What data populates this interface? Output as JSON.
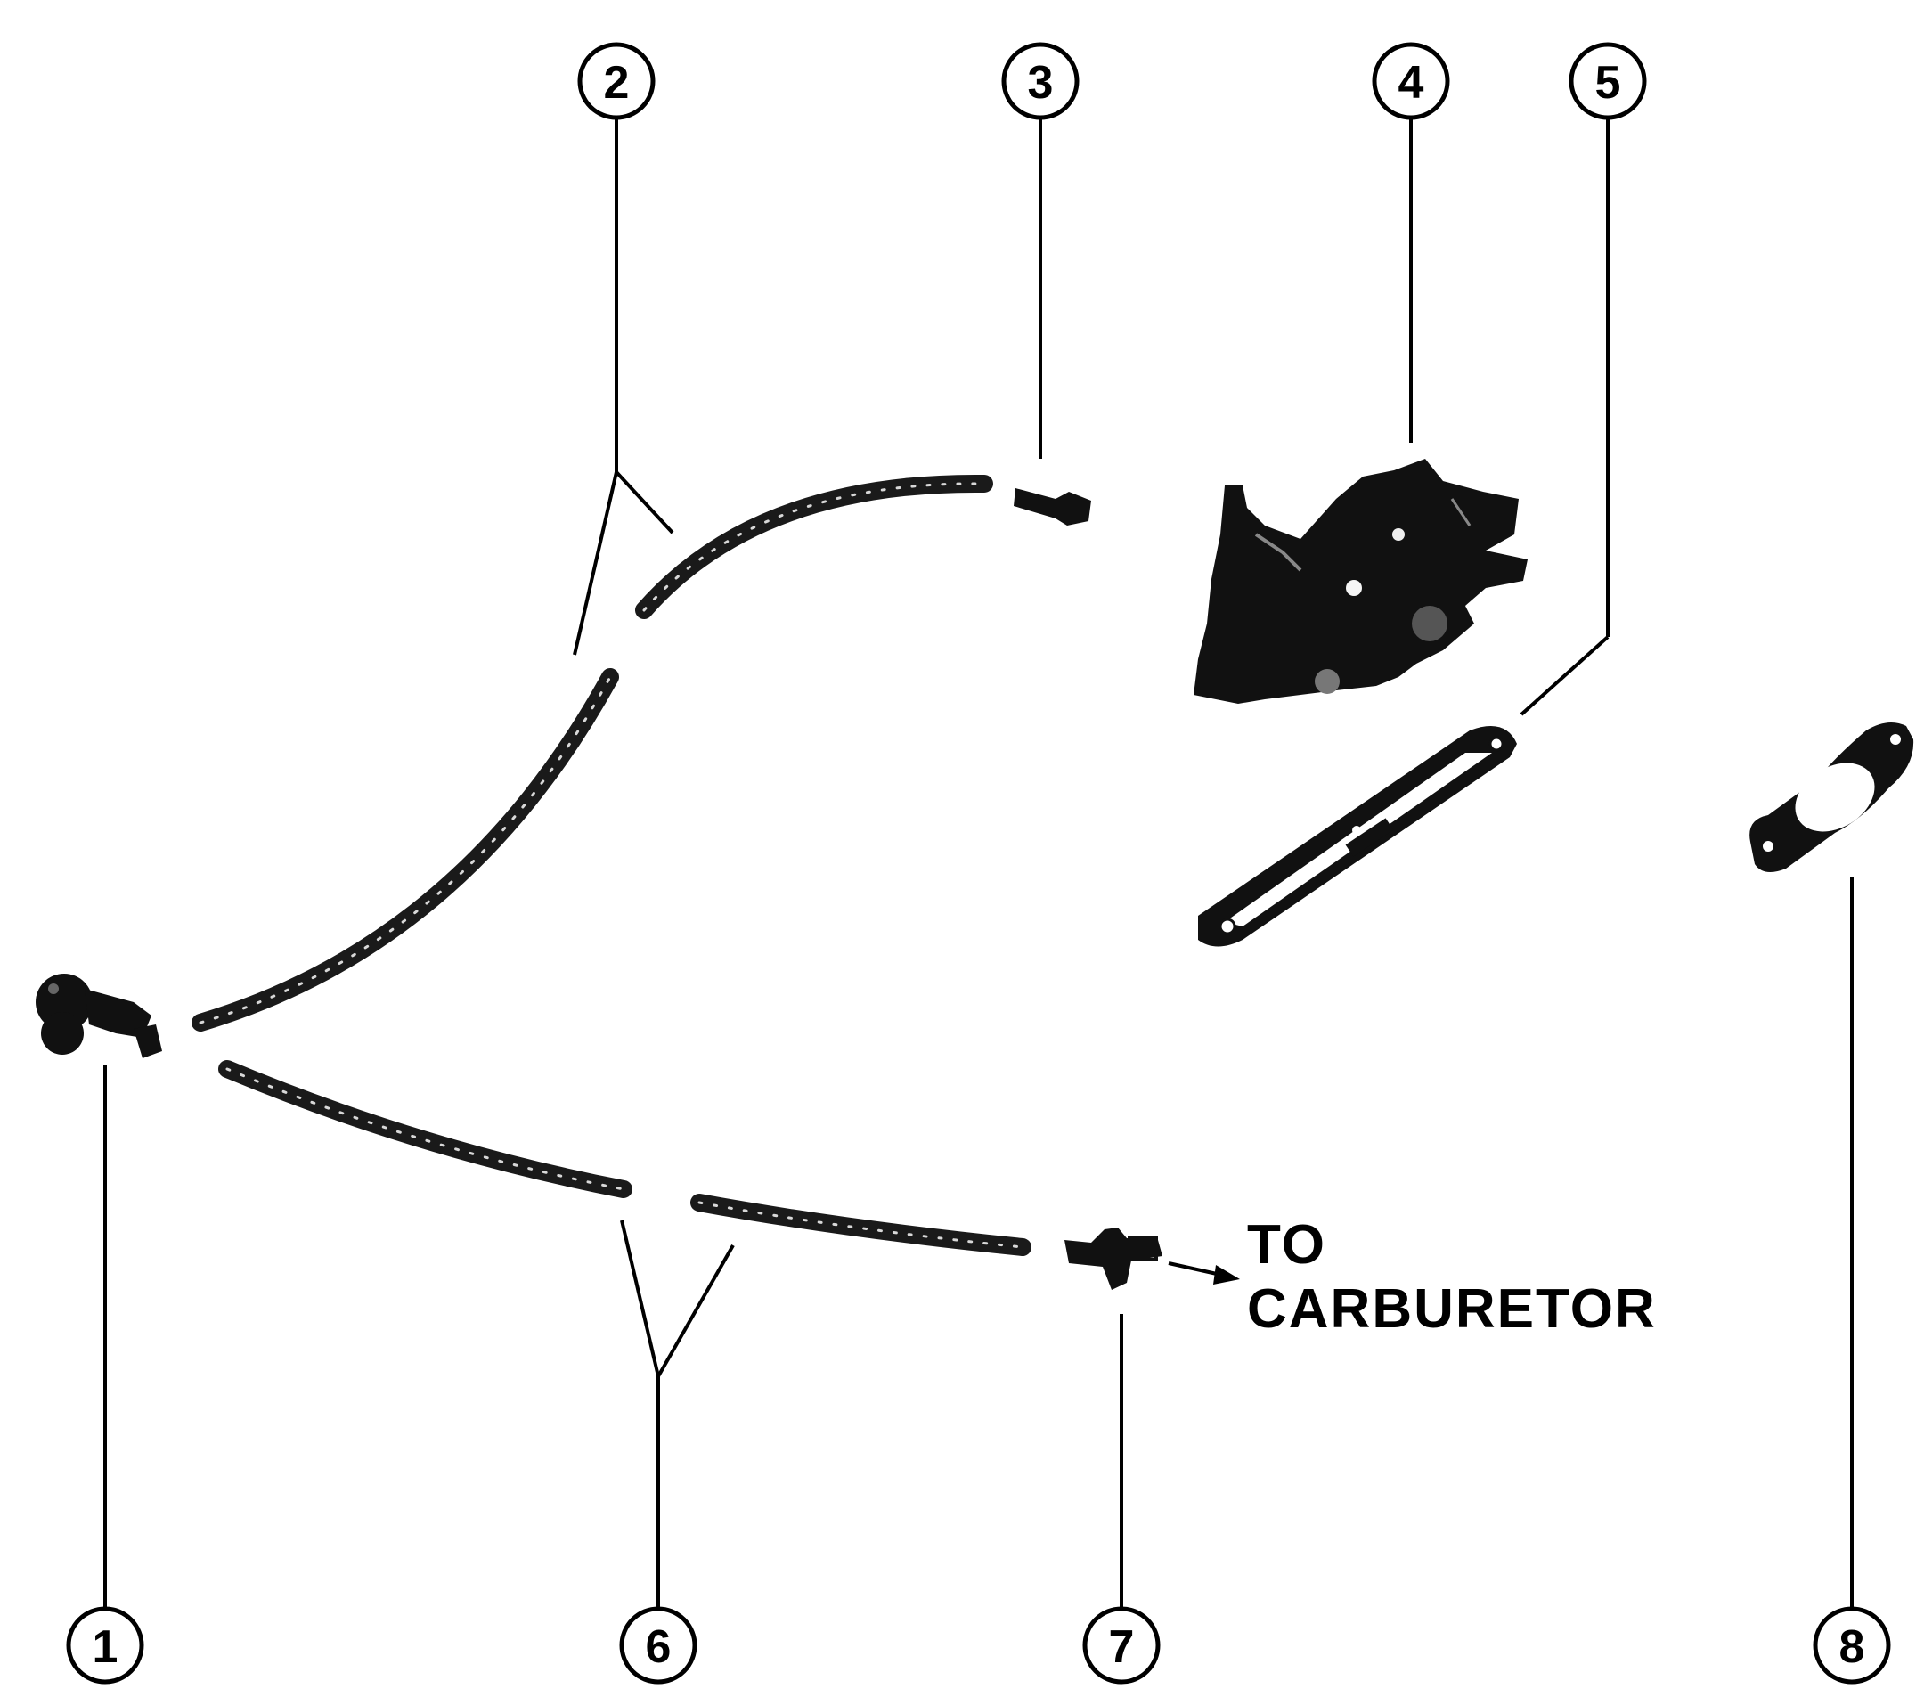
{
  "callouts": {
    "c1": "1",
    "c2": "2",
    "c3": "3",
    "c4": "4",
    "c5": "5",
    "c6": "6",
    "c7": "7",
    "c8": "8"
  },
  "caption": {
    "line1": "TO",
    "line2": "CARBURETOR"
  },
  "colors": {
    "ink": "#000000",
    "paper": "#ffffff"
  }
}
